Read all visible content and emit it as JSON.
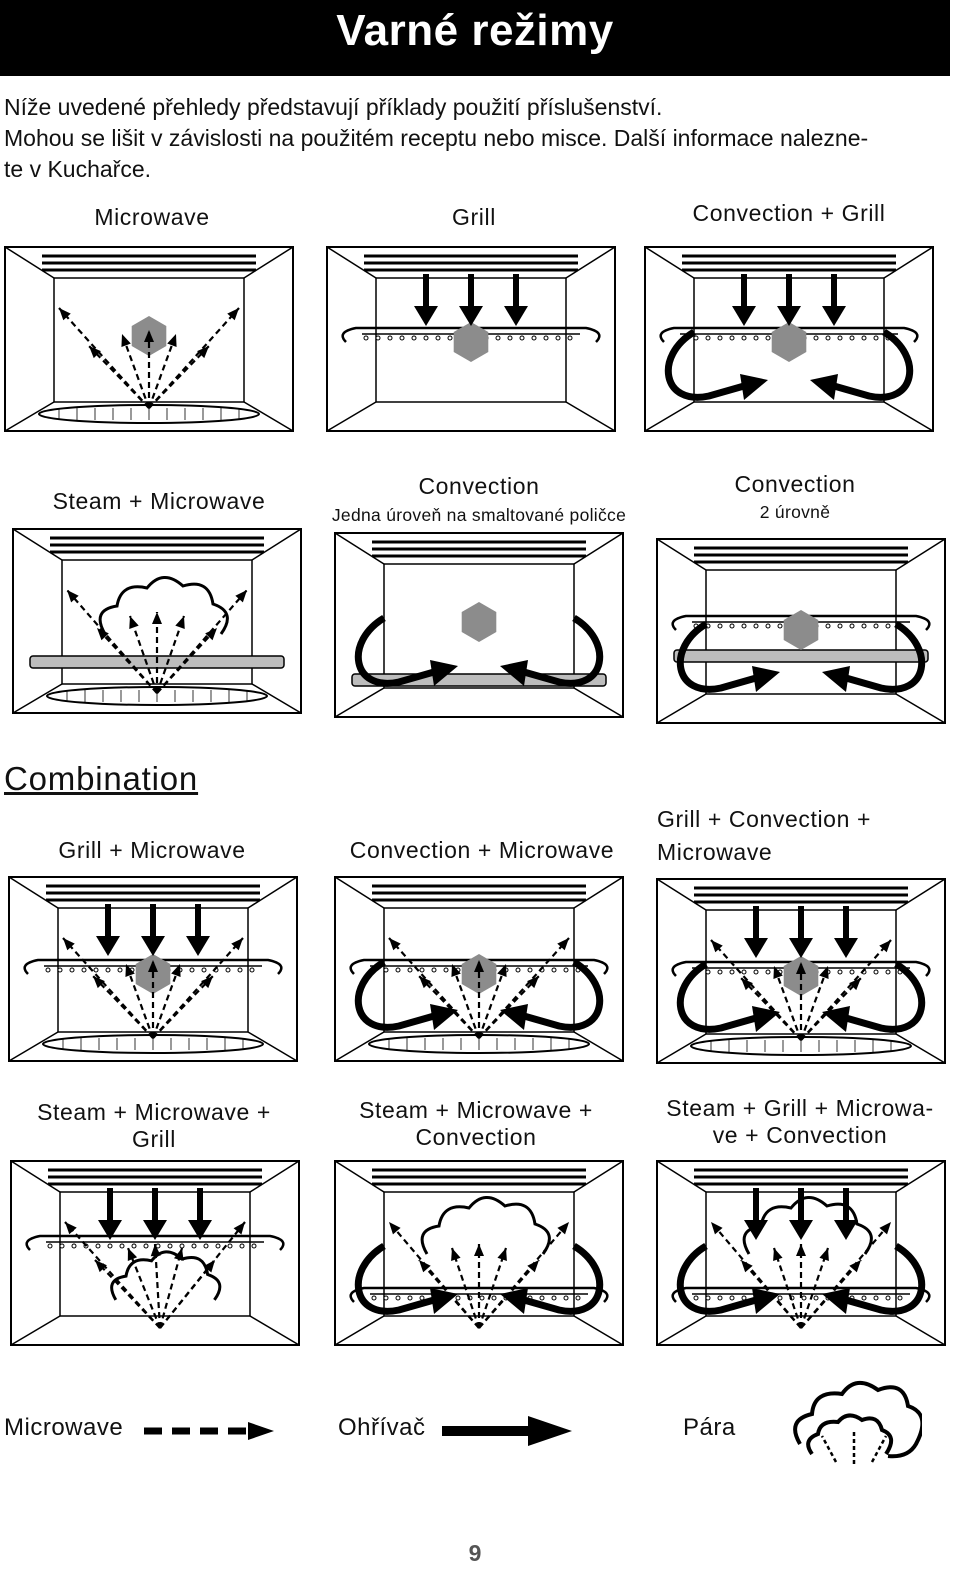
{
  "header": {
    "title": "Varné režimy"
  },
  "intro": {
    "lines": [
      "Níže uvedené přehledy představují příklady použití příslušenství.",
      "Mohou se lišit v závislosti na použitém receptu nebo misce. Další informace nalezne-",
      "te v Kuchařce."
    ]
  },
  "modes": {
    "microwave": "Microwave",
    "grill": "Grill",
    "convection_grill": "Convection + Grill",
    "steam_microwave": "Steam + Microwave",
    "convection_one": {
      "title": "Convection",
      "note": "Jedna úroveň na smaltované poličce"
    },
    "convection_two": {
      "title": "Convection",
      "note": "2 úrovně"
    }
  },
  "combination": {
    "heading": "Combination",
    "grill_microwave": "Grill + Microwave",
    "convection_microwave": "Convection + Microwave",
    "grill_convection_microwave": [
      "Grill + Convection +",
      "Microwave"
    ],
    "steam_microwave_grill": [
      "Steam + Microwave +",
      "Grill"
    ],
    "steam_microwave_convection": [
      "Steam + Microwave +",
      "Convection"
    ],
    "steam_grill_microwave_convection": [
      "Steam + Grill + Microwa-",
      "ve + Convection"
    ]
  },
  "legend": {
    "microwave": "Microwave",
    "heater": "Ohřívač",
    "steam": "Pára"
  },
  "page_number": "9",
  "colors": {
    "header_bg": "#000000",
    "food_gray": "#8c8c8c"
  }
}
